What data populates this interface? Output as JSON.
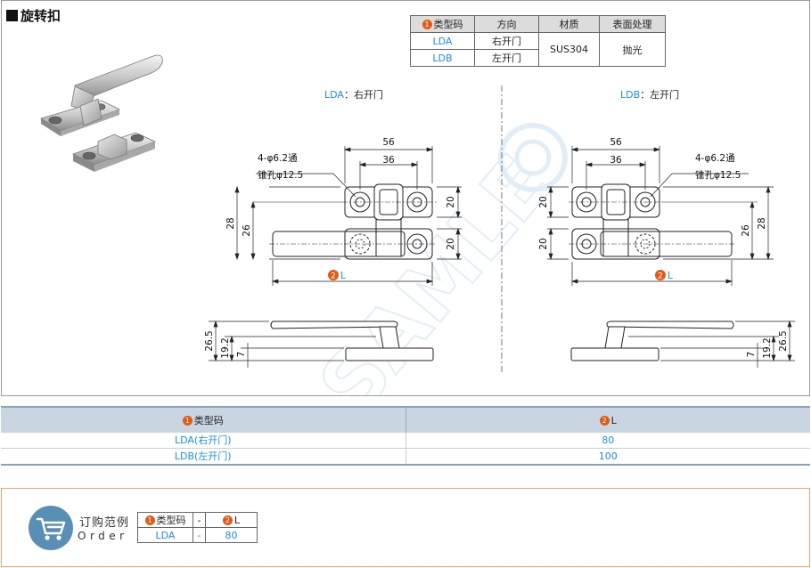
{
  "header": {
    "title": "旋转扣"
  },
  "spec_table": {
    "headers": [
      "类型码",
      "方向",
      "材质",
      "表面处理"
    ],
    "header_badge": "1",
    "rows": [
      {
        "code": "LDA",
        "direction": "右开门"
      },
      {
        "code": "LDB",
        "direction": "左开门"
      }
    ],
    "material": "SUS304",
    "finish": "抛光"
  },
  "views": {
    "left": {
      "code": "LDA",
      "sep": "：",
      "label": "右开门"
    },
    "right": {
      "code": "LDB",
      "sep": "：",
      "label": "左开门"
    }
  },
  "dimensions": {
    "width_56": "56",
    "width_36": "36",
    "hole_note_1": "4-φ6.2通",
    "hole_note_2": "锥孔φ12.5",
    "h_28": "28",
    "h_26": "26",
    "h_20": "20",
    "length_badge": "2",
    "length_label": "L",
    "side_26_5": "26.5",
    "side_19_2": "19.2",
    "side_7": "7"
  },
  "size_table": {
    "headers": [
      {
        "badge": "1",
        "label": "类型码"
      },
      {
        "badge": "2",
        "label": "L"
      }
    ],
    "rows": [
      {
        "code": "LDA(右开门)",
        "value": "80"
      },
      {
        "code": "LDB(左开门)",
        "value": "100"
      }
    ]
  },
  "order": {
    "title_zh": "订购范例",
    "title_en": "Order",
    "headers": [
      {
        "badge": "1",
        "label": "类型码"
      },
      {
        "badge": "",
        "label": "-"
      },
      {
        "badge": "2",
        "label": "L"
      }
    ],
    "values": [
      "LDA",
      "-",
      "80"
    ]
  },
  "watermark": {
    "text": "SAMLE"
  },
  "colors": {
    "accent_blue": "#1b8fd6",
    "badge_orange": "#e35a14",
    "table_header": "#c9d6e2",
    "order_border": "#f0a070"
  }
}
